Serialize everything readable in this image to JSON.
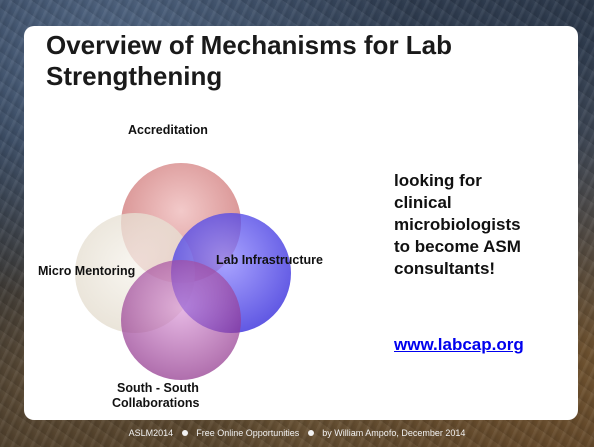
{
  "slide": {
    "title": "Overview of Mechanisms for Lab Strengthening",
    "venn": {
      "labels": {
        "accreditation": "Accreditation",
        "micro_mentoring": "Micro Mentoring",
        "lab_infrastructure": "Lab Infrastructure",
        "south_south_line1": "South - South",
        "south_south_line2": "Collaborations"
      },
      "colors": {
        "accreditation": "#d98e8e",
        "micro_mentoring": "#ece6da",
        "lab_infrastructure": "#4a3ff0",
        "south_south": "#a03c9c"
      }
    },
    "side_text": [
      "looking for",
      "clinical",
      "microbiologists",
      "to become ASM",
      "consultants!"
    ],
    "link": "www.labcap.org"
  },
  "footer": {
    "part1": "ASLM2014",
    "part2": "Free Online Opportunities",
    "part3": "by William Ampofo, December 2014"
  }
}
